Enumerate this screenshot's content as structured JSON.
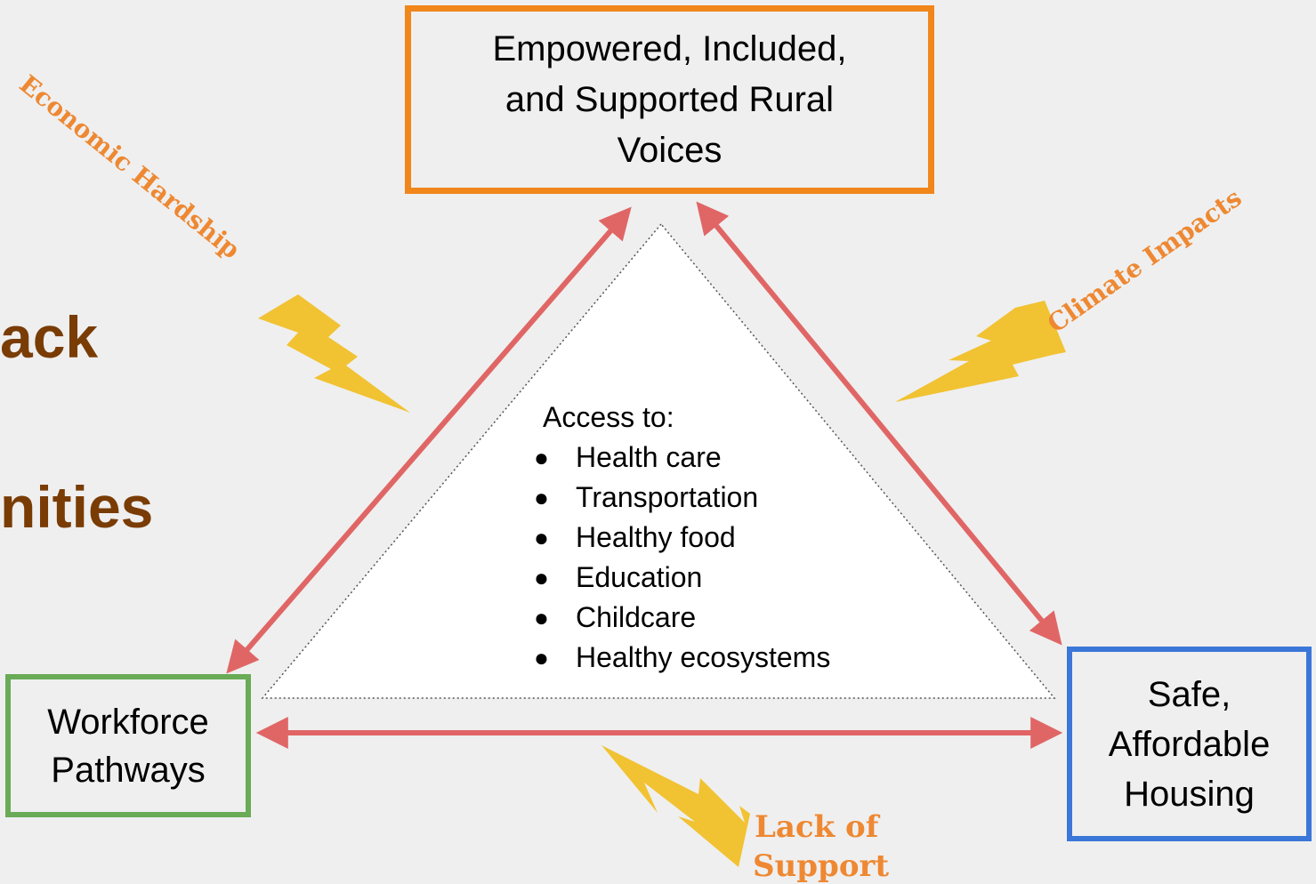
{
  "nodes": {
    "top": "Empowered, Included,\nand Supported Rural\nVoices",
    "left": "Workforce\nPathways",
    "right": "Safe,\nAffordable\nHousing"
  },
  "access": {
    "title": "Access to:",
    "items": [
      "Health care",
      "Transportation",
      "Healthy food",
      "Education",
      "Childcare",
      "Healthy ecosystems"
    ]
  },
  "stressors": {
    "economic": "Economic Hardship",
    "climate": "Climate Impacts",
    "support_line1": "Lack of",
    "support_line2": "Support"
  },
  "partial_text": {
    "line1": "ack",
    "line2": "nities"
  },
  "colors": {
    "background": "#efefef",
    "top_border": "#f1861b",
    "left_border": "#69ab56",
    "right_border": "#3b77d8",
    "arrow": "#e06666",
    "lightning": "#f1c232",
    "stressor_label": "#ee8832",
    "partial_text": "#7a3c05"
  }
}
